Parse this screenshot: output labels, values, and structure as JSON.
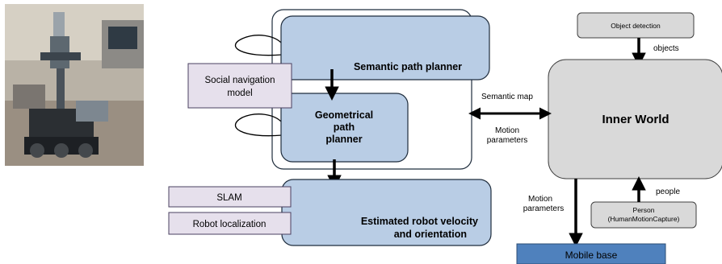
{
  "photo": {
    "alt": "robot"
  },
  "nodes": {
    "semantic_path_planner": "Semantic path planner",
    "social_navigation_model": [
      "Social navigation",
      "model"
    ],
    "geometrical_path_planner": [
      "Geometrical",
      "path",
      "planner"
    ],
    "slam": "SLAM",
    "robot_localization": "Robot localization",
    "estimated_robot_velocity": [
      "Estimated robot velocity",
      "and orientation"
    ],
    "object_detection": "Object detection",
    "inner_world": "Inner World",
    "person": [
      "Person",
      "(HumanMotionCapture)"
    ],
    "mobile_base": "Mobile base"
  },
  "edge_labels": {
    "objects": "objects",
    "semantic_map": "Semantic map",
    "motion_parameters_mid": [
      "Motion",
      "parameters"
    ],
    "motion_parameters_down": [
      "Motion",
      "parameters"
    ],
    "people": "people"
  },
  "colors": {
    "blue_box": "#b9cde5",
    "lavender_box": "#e6e0ec",
    "gray_box": "#d9d9d9",
    "mobile_base": "#4f81bd",
    "outline_dark": "#1f2d3d",
    "arrow": "#000000"
  }
}
